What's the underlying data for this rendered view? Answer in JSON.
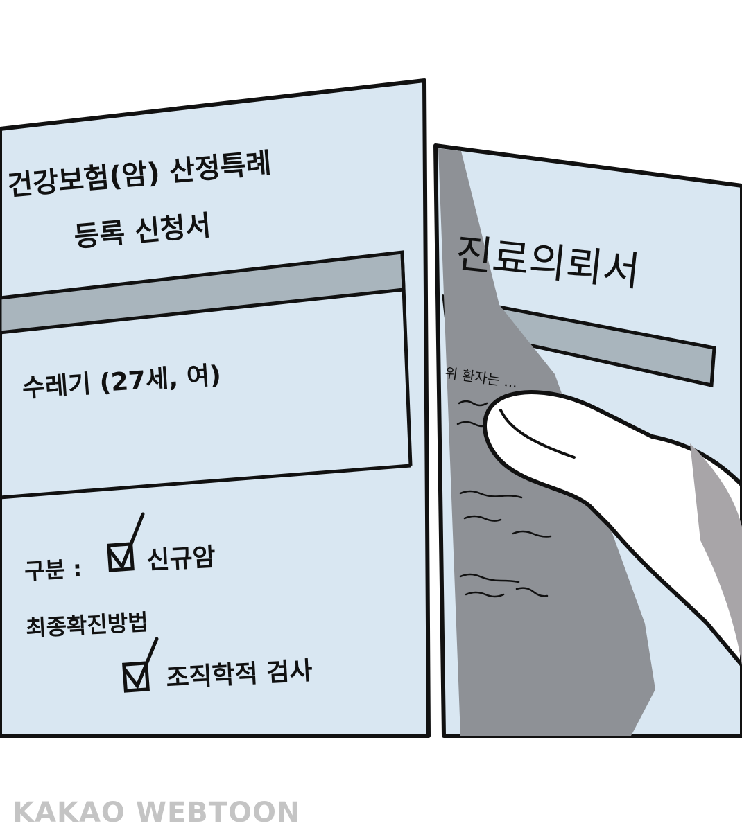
{
  "back_document": {
    "title": "진료의뢰서",
    "body_start": "위 환자는 ..."
  },
  "front_document": {
    "title_line1": "건강보험(암) 산정특례",
    "title_line2": "등록 신청서",
    "patient": "수레기 (27세, 여)",
    "category_label": "구분 :",
    "category_value": "신규암",
    "method_label": "최종확진방법",
    "method_value": "조직학적 검사"
  },
  "watermark": "KAKAO WEBTOON",
  "colors": {
    "paper": "#d9e7f2",
    "header_band": "#a9b5bd",
    "shadow": "#8e9196",
    "ink": "#111111",
    "watermark": "#c4c4c4"
  }
}
